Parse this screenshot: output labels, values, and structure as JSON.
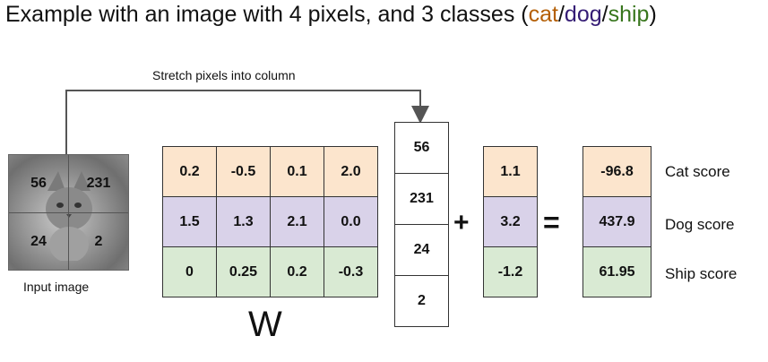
{
  "title": {
    "prefix": "Example with an image with 4 pixels, and 3 classes (",
    "cat": "cat",
    "sep1": "/",
    "dog": "dog",
    "sep2": "/",
    "ship": "ship",
    "suffix": ")"
  },
  "stretch_label": "Stretch pixels into column",
  "input_image": {
    "label": "Input image",
    "pixels": [
      "56",
      "231",
      "24",
      "2"
    ]
  },
  "weights": {
    "label": "W",
    "rows": [
      [
        "0.2",
        "-0.5",
        "0.1",
        "2.0"
      ],
      [
        "1.5",
        "1.3",
        "2.1",
        "0.0"
      ],
      [
        "0",
        "0.25",
        "0.2",
        "-0.3"
      ]
    ]
  },
  "pixel_column": [
    "56",
    "231",
    "24",
    "2"
  ],
  "operators": {
    "plus": "+",
    "equals": "="
  },
  "bias": [
    "1.1",
    "3.2",
    "-1.2"
  ],
  "scores": [
    "-96.8",
    "437.9",
    "61.95"
  ],
  "score_labels": [
    "Cat score",
    "Dog score",
    "Ship score"
  ],
  "colors": {
    "cat": "#b45f06",
    "dog": "#351c75",
    "ship": "#38761d",
    "cat_row": "#fce5cd",
    "dog_row": "#d9d2e9",
    "ship_row": "#d9ead3"
  }
}
